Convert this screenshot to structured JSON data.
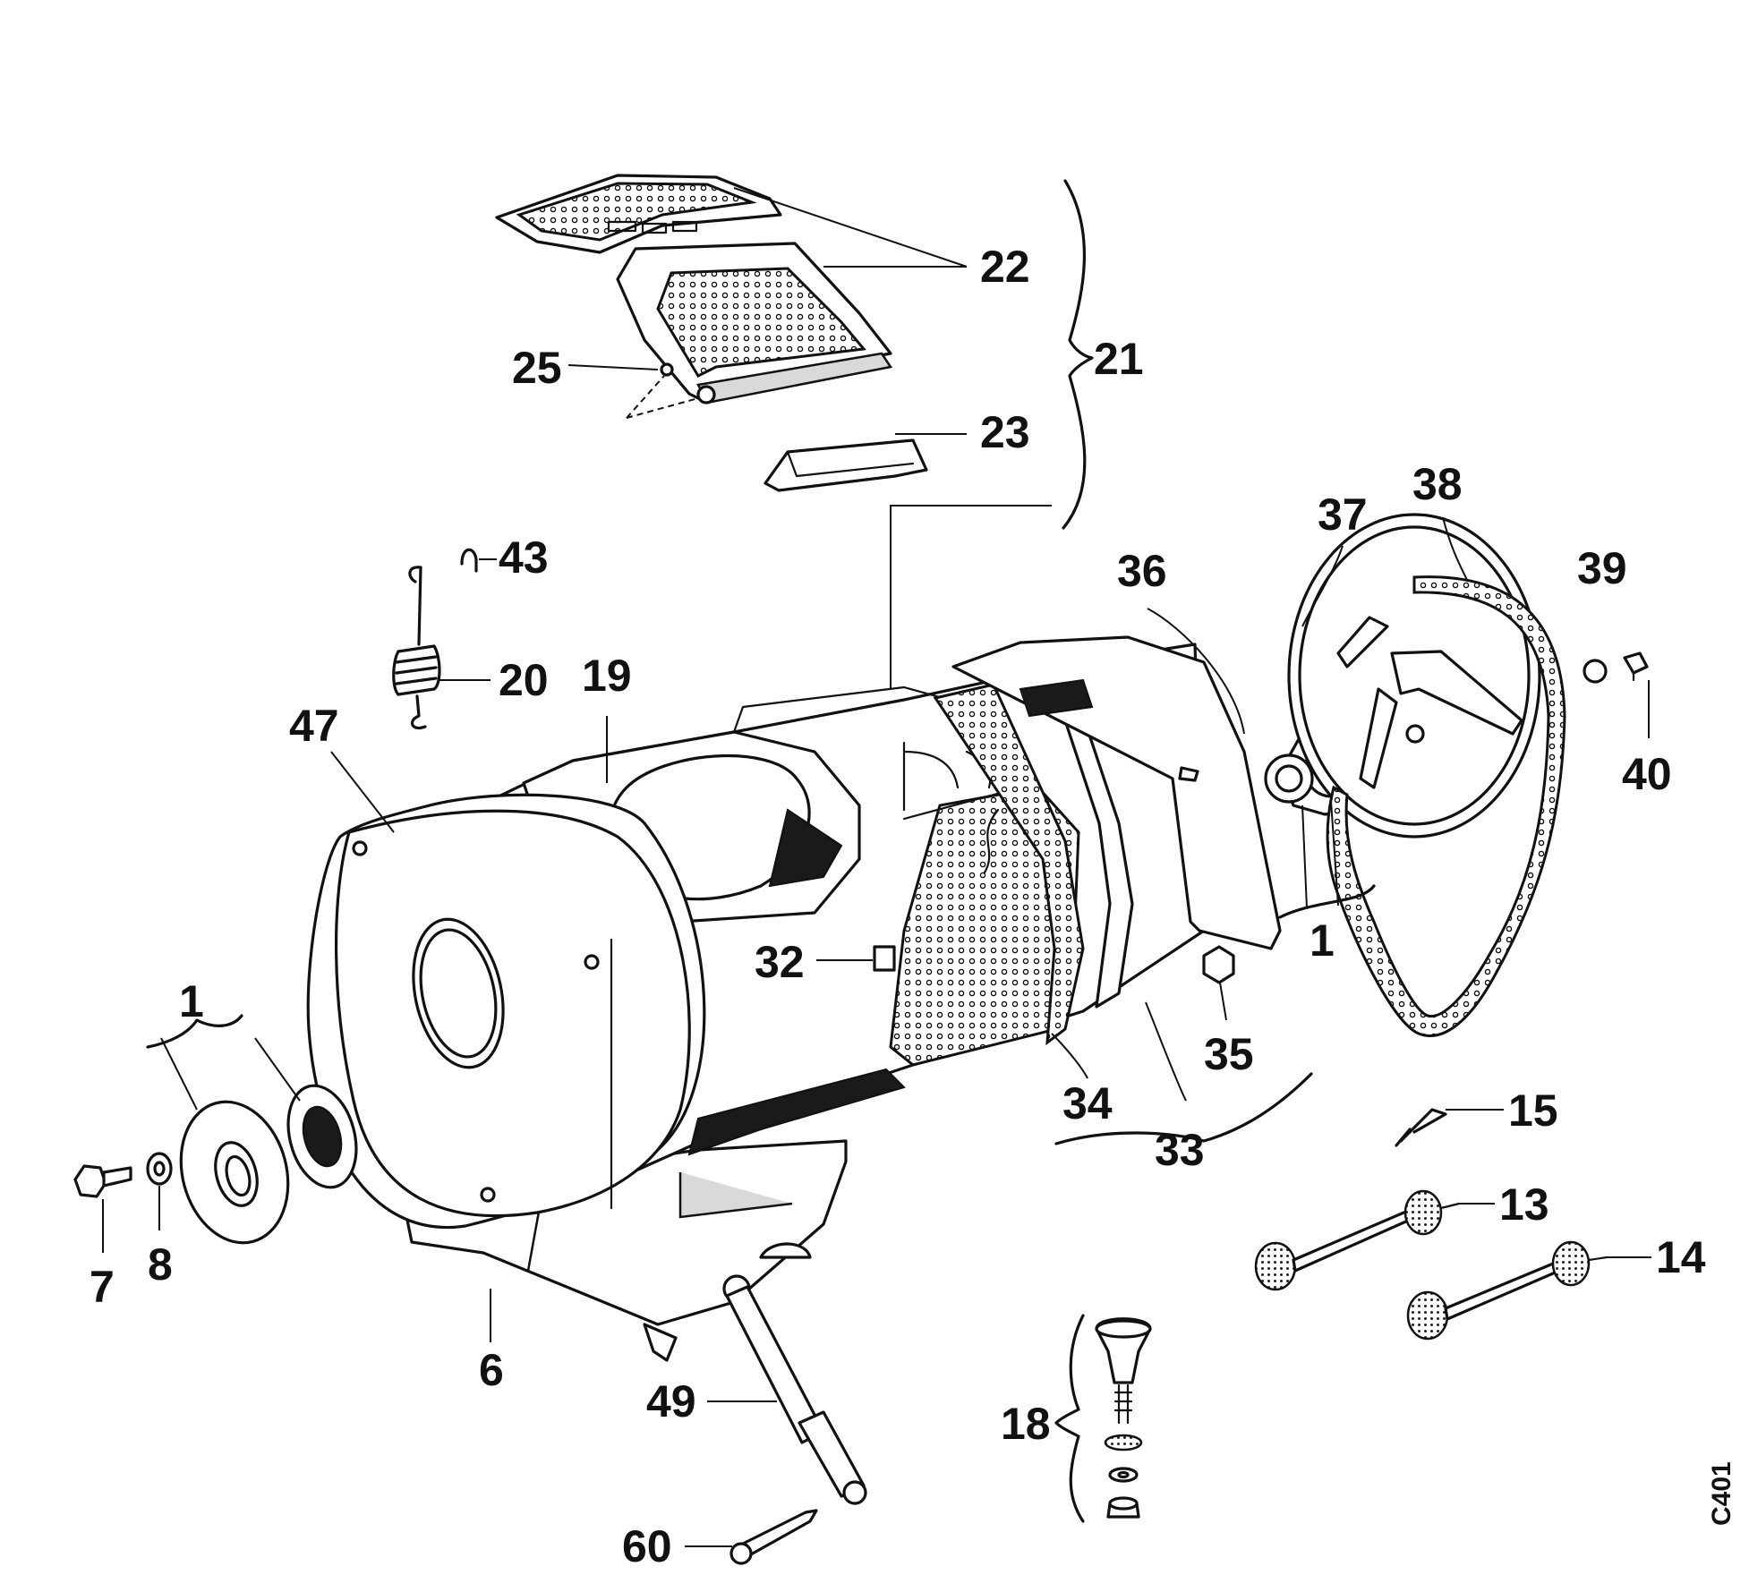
{
  "diagram": {
    "drawing_code": "C401",
    "callouts": [
      {
        "id": "22",
        "text": "22"
      },
      {
        "id": "21",
        "text": "21"
      },
      {
        "id": "25",
        "text": "25"
      },
      {
        "id": "23",
        "text": "23"
      },
      {
        "id": "43",
        "text": "43"
      },
      {
        "id": "20",
        "text": "20"
      },
      {
        "id": "19",
        "text": "19"
      },
      {
        "id": "47",
        "text": "47"
      },
      {
        "id": "36",
        "text": "36"
      },
      {
        "id": "37",
        "text": "37"
      },
      {
        "id": "38",
        "text": "38"
      },
      {
        "id": "39",
        "text": "39"
      },
      {
        "id": "40",
        "text": "40"
      },
      {
        "id": "1-right",
        "text": "1"
      },
      {
        "id": "1-left",
        "text": "1"
      },
      {
        "id": "32",
        "text": "32"
      },
      {
        "id": "35",
        "text": "35"
      },
      {
        "id": "34",
        "text": "34"
      },
      {
        "id": "33",
        "text": "33"
      },
      {
        "id": "15",
        "text": "15"
      },
      {
        "id": "13",
        "text": "13"
      },
      {
        "id": "14",
        "text": "14"
      },
      {
        "id": "7",
        "text": "7"
      },
      {
        "id": "8",
        "text": "8"
      },
      {
        "id": "6",
        "text": "6"
      },
      {
        "id": "49",
        "text": "49"
      },
      {
        "id": "18",
        "text": "18"
      },
      {
        "id": "60",
        "text": "60"
      }
    ]
  }
}
